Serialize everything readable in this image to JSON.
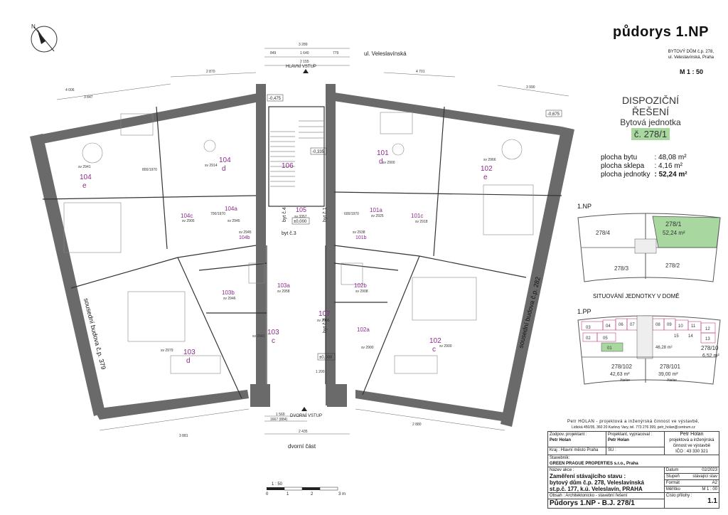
{
  "header": {
    "title": "půdorys 1.NP",
    "building_line1": "BYTOVÝ DŮM č.p. 278,",
    "building_line2": "ul. Veleslavínská, Praha",
    "scale": "M 1 : 50"
  },
  "disposition": {
    "title_line1": "DISPOZIČNÍ",
    "title_line2": "ŘEŠENÍ",
    "subtitle": "Bytová jednotka",
    "unit": "č. 278/1",
    "areas": [
      {
        "label": "plocha bytu",
        "value": ": 48,08 m²"
      },
      {
        "label": "plocha sklepa",
        "value": ": 4,16 m²"
      },
      {
        "label": "plocha jednotky",
        "value": ": 52,24 m²"
      }
    ]
  },
  "key_plan_1np": {
    "label": "1.NP",
    "units": [
      "278/4",
      "278/1",
      "278/3",
      "278/2"
    ],
    "highlight_area": "52,24 m²",
    "caption": "SITUOVÁNÍ JEDNOTKY V DOMĚ"
  },
  "key_plan_1pp": {
    "label": "1.PP",
    "cells": [
      "03",
      "04",
      "06",
      "07",
      "08",
      "09",
      "10",
      "11",
      "12",
      "13",
      "14",
      "15",
      "01",
      "02",
      "05"
    ],
    "center_area": "46,28 m²",
    "units": [
      {
        "name": "278/102",
        "area": "42,63 m²",
        "note": "Atelier"
      },
      {
        "name": "278/101",
        "area": "39,00 m²",
        "note": "Atelier"
      },
      {
        "name": "278/10",
        "area": "6,52 m²",
        "note": ""
      }
    ]
  },
  "plan": {
    "street": "ul. Veleslavínská",
    "main_entrance": "HLAVNÍ VSTUP",
    "yard_entrance": "DVORNÍ VSTUP",
    "yard": "dvorní část",
    "neighbor_left": "sousední budova č.p. 379",
    "neighbor_right": "sousední budova č.p. 282",
    "rooms": [
      {
        "id": "104",
        "sub": "d",
        "note": "sv 2914"
      },
      {
        "id": "104",
        "sub": "e",
        "note": "sv 2941"
      },
      {
        "id": "106",
        "sub": "",
        "note": ""
      },
      {
        "id": "101",
        "sub": "d",
        "note": "sv 2900"
      },
      {
        "id": "102",
        "sub": "e",
        "note": "sv 2966"
      },
      {
        "id": "104c",
        "sub": "",
        "note": "sv 2905"
      },
      {
        "id": "104a",
        "sub": "",
        "note": "sv 2945"
      },
      {
        "id": "105",
        "sub": "",
        "note": "sv 3357"
      },
      {
        "id": "101a",
        "sub": "",
        "note": "sv 2925"
      },
      {
        "id": "101c",
        "sub": "",
        "note": "sv 2918"
      },
      {
        "id": "104b",
        "sub": "",
        "note": "sv 2945"
      },
      {
        "id": "101b",
        "sub": "",
        "note": "sv 2938"
      },
      {
        "id": "103b",
        "sub": "",
        "note": "sv 2946"
      },
      {
        "id": "103a",
        "sub": "",
        "note": "sv 2958"
      },
      {
        "id": "102b",
        "sub": "",
        "note": "sv 2908"
      },
      {
        "id": "107",
        "sub": "",
        "note": "sv 2996"
      },
      {
        "id": "103",
        "sub": "c",
        "note": "sv 2941"
      },
      {
        "id": "102a",
        "sub": "",
        "note": "sv 2900"
      },
      {
        "id": "103",
        "sub": "d",
        "note": "sv 2979"
      },
      {
        "id": "102",
        "sub": "c",
        "note": "sv 2900"
      }
    ],
    "stair_labels": [
      "byt č.4",
      "byt č.1",
      "byt č.3",
      "byt č.2"
    ],
    "levels": [
      "±0,000",
      "±0,000",
      "-0,475",
      "-0,675",
      "-0,335"
    ],
    "dims_top": [
      "3 289",
      "849",
      "1 640",
      "779",
      "2 155",
      "2 870",
      "4 701",
      "4 006",
      "3 847",
      "3 990"
    ],
    "dims_bottom": [
      "1 569",
      "1667 (884)",
      "2 435",
      "3 881",
      "2 880",
      "1 200"
    ],
    "door_codes": [
      "800/1970",
      "700/1970",
      "600/1970"
    ],
    "scale_bar_label": "1 : 50",
    "scale_bar_ticks": [
      "0",
      "1",
      "2",
      "3 m"
    ]
  },
  "company": {
    "line1": "Petr HOLAN - projektová a inženýrská činnost ve výstavbě,",
    "line2": "Lidická 450/35, 360 20 Karlovy Vary, tel. 773 276 399, petr_holan@centrum.cz"
  },
  "title_block": {
    "zodpov_label": "Zodpov. projektant :",
    "zodpov_value": "Petr Holan",
    "projektant_label": "Projektant, vypracoval :",
    "projektant_value": "Petr Holan",
    "firm_line1": "Petr Holan",
    "firm_line2": "projektová a inženýrská",
    "firm_line3": "činnost ve výstavbě",
    "ico": "IČO : 43 330 321",
    "kraj": "Kraj : Hlavní město Praha",
    "su": "SÚ :",
    "stavebnik_label": "Stavebník:",
    "stavebnik_value": "GREEN PRAGUE PROPERTIES s.r.o., Praha",
    "akce_label": "Název akce :",
    "akce_line1": "Zaměření stávajícího stavu :",
    "akce_line2": "bytový dům č.p. 278, Veleslavínská",
    "akce_line3": "st.p.č. 177, k.ú. Veleslavín, PRAHA",
    "obsah": "Obsah : Architektonicko - stavební řešení",
    "drawing": "Půdorys 1.NP - B.J. 278/1",
    "datum_label": "Datum",
    "datum_value": "02/2023",
    "stupen_label": "Stupeň",
    "stupen_value": "stávající stav",
    "format_label": "Formát",
    "format_value": "A2",
    "meritko_label": "Měřítko",
    "meritko_value": "M 1 : 00",
    "cislo_label": "Číslo přílohy :",
    "cislo_value": "1.1"
  },
  "colors": {
    "highlight": "#a8d8a0",
    "room_label": "#8a2c8a",
    "wall": "#555555",
    "level_red": "#cc2222"
  }
}
